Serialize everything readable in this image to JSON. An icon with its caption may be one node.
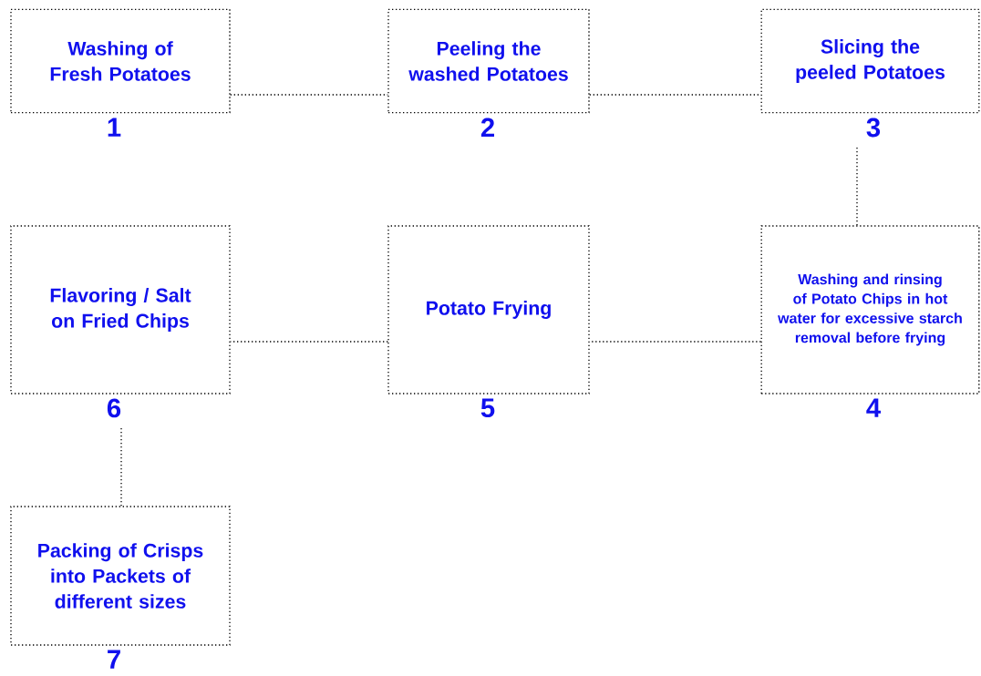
{
  "diagram": {
    "nodes": [
      {
        "text": [
          "Washing of Fresh Potatoes"
        ],
        "beside": [
          "1"
        ]
      },
      {
        "text": [
          "Peeling the washed Potatoes"
        ],
        "beside": [
          "2"
        ]
      },
      {
        "text": [
          "Slicing the peeled Potatoes"
        ],
        "beside": [
          "3"
        ]
      },
      {
        "text": [
          "Washing and rinsing of Potato Chips in hot water for excessive starch removal before frying"
        ],
        "beside": [
          "4"
        ]
      },
      {
        "text": [
          "Potato Frying"
        ],
        "beside": [
          "5"
        ]
      },
      {
        "text": [
          "Flavoring / Salt on Fried Chips"
        ],
        "beside": [
          "6"
        ]
      },
      {
        "text": [
          "Packing of Crisps into Packets of different sizes"
        ],
        "beside": [
          "7"
        ]
      }
    ],
    "edges": [
      {
        "from": 0,
        "to": 1,
        "arrow": "none"
      },
      {
        "from": 1,
        "to": 2,
        "arrow": "none"
      },
      {
        "from": 2,
        "to": 3,
        "arrow": "none"
      },
      {
        "from": 3,
        "to": 4,
        "arrow": "none"
      },
      {
        "from": 4,
        "to": 5,
        "arrow": "none"
      },
      {
        "from": 5,
        "to": 6,
        "arrow": "none"
      }
    ]
  }
}
